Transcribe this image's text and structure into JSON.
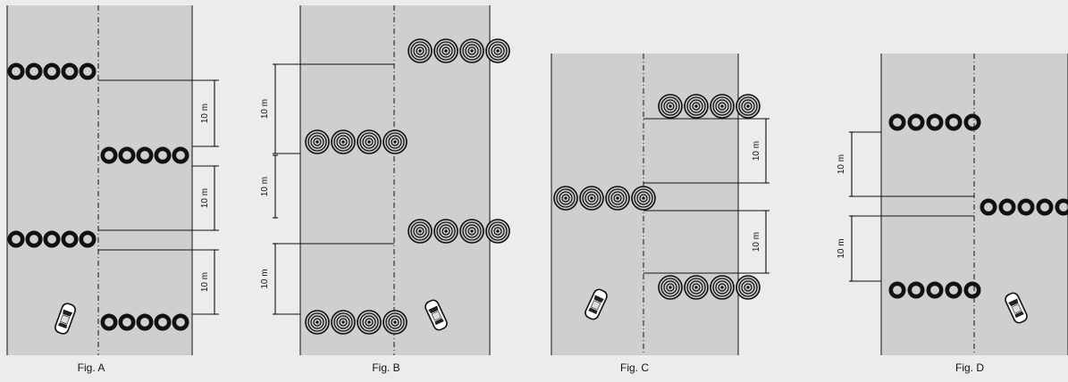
{
  "colors": {
    "background": "#ececec",
    "road": "#cfcfcf",
    "lines": "#111111",
    "tyre": "#111111"
  },
  "dimension_label": "10 m",
  "figures": [
    {
      "caption": "Fig. A",
      "obstacle_style": "tyre-row",
      "tyres_per_row": 5,
      "dimension_count": 3
    },
    {
      "caption": "Fig. B",
      "obstacle_style": "coil-row",
      "tyres_per_row": 4,
      "dimension_count": 3
    },
    {
      "caption": "Fig. C",
      "obstacle_style": "coil-row",
      "tyres_per_row": 4,
      "dimension_count": 2
    },
    {
      "caption": "Fig. D",
      "obstacle_style": "tyre-row",
      "tyres_per_row": 5,
      "dimension_count": 2
    }
  ],
  "icons": {
    "obstacle": "tyre-icon",
    "vehicle": "car-icon"
  }
}
